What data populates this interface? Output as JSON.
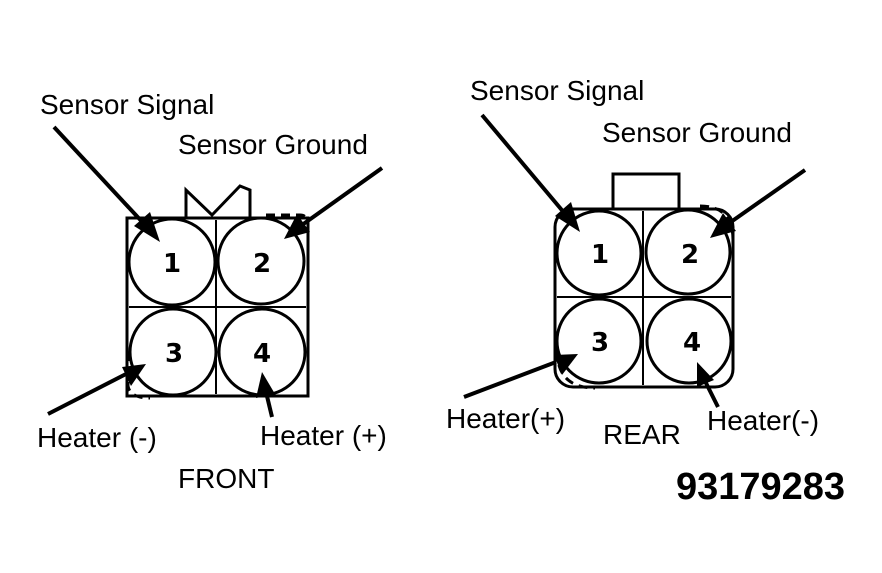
{
  "front": {
    "label_signal": "Sensor Signal",
    "label_ground": "Sensor Ground",
    "label_heater_left": "Heater (-)",
    "label_heater_right": "Heater (+)",
    "caption": "FRONT",
    "pins": [
      "1",
      "2",
      "3",
      "4"
    ]
  },
  "rear": {
    "label_signal": "Sensor Signal",
    "label_ground": "Sensor Ground",
    "label_heater_left": "Heater(+)",
    "label_heater_right": "Heater(-)",
    "caption": "REAR",
    "pins": [
      "1",
      "2",
      "3",
      "4"
    ]
  },
  "figure_number": "93179283",
  "colors": {
    "ink": "#000000",
    "paper": "#ffffff"
  }
}
